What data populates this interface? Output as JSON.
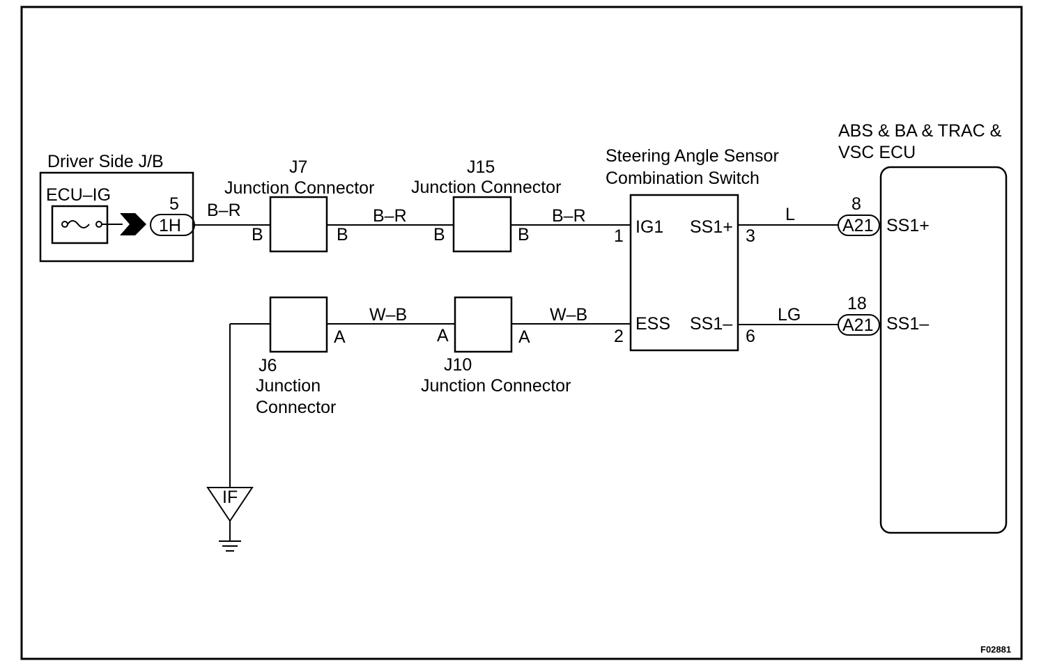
{
  "diagram": {
    "figure_id": "F02881",
    "driver_jb": {
      "title": "Driver Side J/B",
      "fuse": "ECU–IG",
      "pin": "5",
      "connector": "1H"
    },
    "j7": {
      "code": "J7",
      "name": "Junction Connector",
      "left_pin": "B",
      "right_pin": "B"
    },
    "j15": {
      "code": "J15",
      "name": "Junction Connector",
      "left_pin": "B",
      "right_pin": "B"
    },
    "j6": {
      "code": "J6",
      "name_line1": "Junction",
      "name_line2": "Connector",
      "right_pin": "A"
    },
    "j10": {
      "code": "J10",
      "name": "Junction Connector",
      "left_pin": "A",
      "right_pin": "A"
    },
    "sensor": {
      "title_line1": "Steering Angle Sensor",
      "title_line2": "Combination Switch",
      "ig1": "IG1",
      "ess": "ESS",
      "ss1p": "SS1+",
      "ss1m": "SS1–",
      "pin_ig1": "1",
      "pin_ess": "2",
      "pin_ss1p": "3",
      "pin_ss1m": "6"
    },
    "ecu": {
      "title_line1": "ABS & BA & TRAC &",
      "title_line2": "VSC ECU",
      "pin_top": "8",
      "pin_bottom": "18",
      "conn_top": "A21",
      "conn_bottom": "A21",
      "ss1p": "SS1+",
      "ss1m": "SS1–"
    },
    "wires": {
      "br1": "B–R",
      "br2": "B–R",
      "br3": "B–R",
      "wb1": "W–B",
      "wb2": "W–B",
      "l": "L",
      "lg": "LG"
    },
    "ground": "IF"
  }
}
